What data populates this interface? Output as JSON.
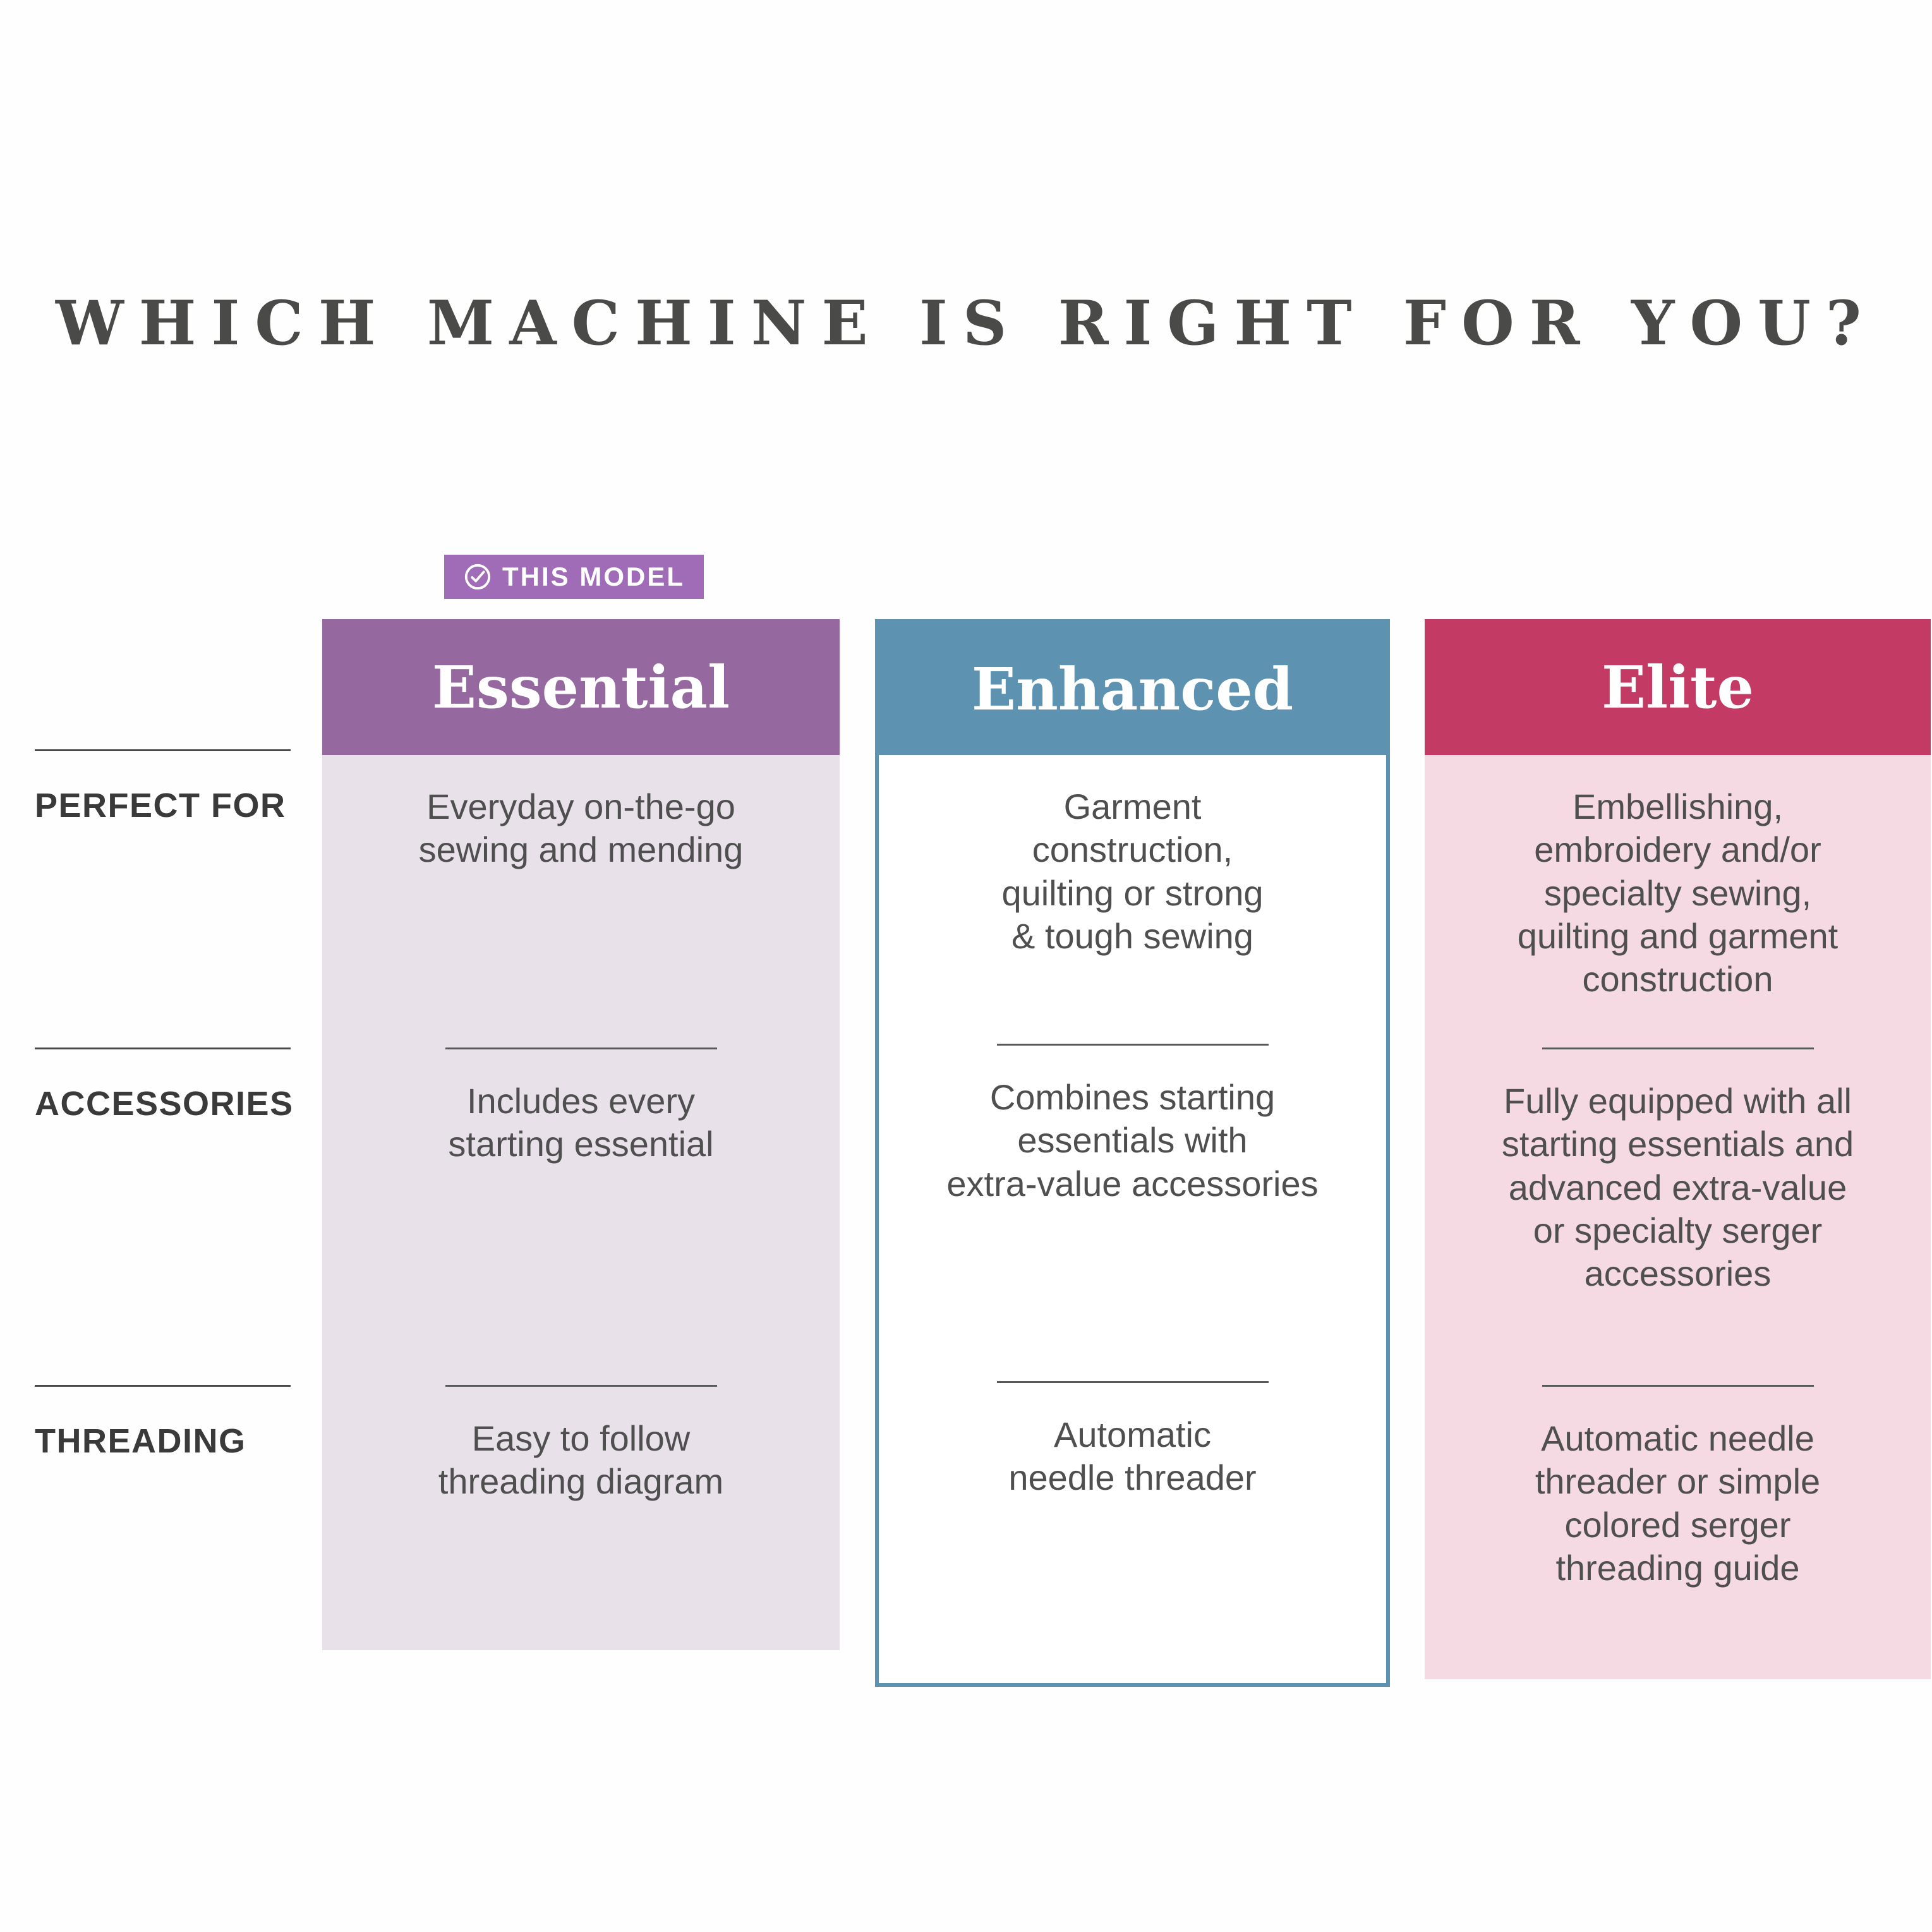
{
  "title": "WHICH MACHINE IS RIGHT FOR YOU?",
  "badge": {
    "label": "THIS MODEL",
    "icon": "check-circle-icon",
    "color": "#a06cb8"
  },
  "rows": {
    "perfect_for": "PERFECT FOR",
    "accessories": "ACCESSORIES",
    "threading": "THREADING"
  },
  "columns": [
    {
      "name": "Essential",
      "this_model": true,
      "header_color": "#9668a0",
      "body_color": "#e8e1ea",
      "perfect_for": "Everyday on-the-go\nsewing and mending",
      "accessories": "Includes every\nstarting essential",
      "threading": "Easy to follow\nthreading diagram"
    },
    {
      "name": "Enhanced",
      "this_model": false,
      "header_color": "#5d92b1",
      "body_color": "#ffffff",
      "perfect_for": "Garment\nconstruction,\nquilting or strong\n& tough sewing",
      "accessories": "Combines starting\nessentials with\nextra-value accessories",
      "threading": "Automatic\nneedle threader"
    },
    {
      "name": "Elite",
      "this_model": false,
      "header_color": "#c33a64",
      "body_color": "#f5d9e3",
      "perfect_for": "Embellishing,\nembroidery and/or\nspecialty sewing,\nquilting and garment\nconstruction",
      "accessories": "Fully equipped with all\nstarting essentials and\nadvanced extra-value\nor specialty serger\naccessories",
      "threading": "Automatic needle\nthreader or simple\ncolored serger\nthreading guide"
    }
  ],
  "colors": {
    "title_text": "#4a4a48",
    "row_label_text": "#3a3a3a",
    "body_text": "#4f4f4f",
    "divider": "#58595b"
  },
  "chart_data": {
    "type": "table",
    "title": "WHICH MACHINE IS RIGHT FOR YOU?",
    "columns": [
      "Essential",
      "Enhanced",
      "Elite"
    ],
    "row_headers": [
      "PERFECT FOR",
      "ACCESSORIES",
      "THREADING"
    ],
    "rows": [
      [
        "Everyday on-the-go sewing and mending",
        "Garment construction, quilting or strong & tough sewing",
        "Embellishing, embroidery and/or specialty sewing, quilting and garment construction"
      ],
      [
        "Includes every starting essential",
        "Combines starting essentials with extra-value accessories",
        "Fully equipped with all starting essentials and advanced extra-value or specialty serger accessories"
      ],
      [
        "Easy to follow threading diagram",
        "Automatic needle threader",
        "Automatic needle threader or simple colored serger threading guide"
      ]
    ],
    "annotations": [
      "THIS MODEL badge marks the Essential column"
    ]
  }
}
